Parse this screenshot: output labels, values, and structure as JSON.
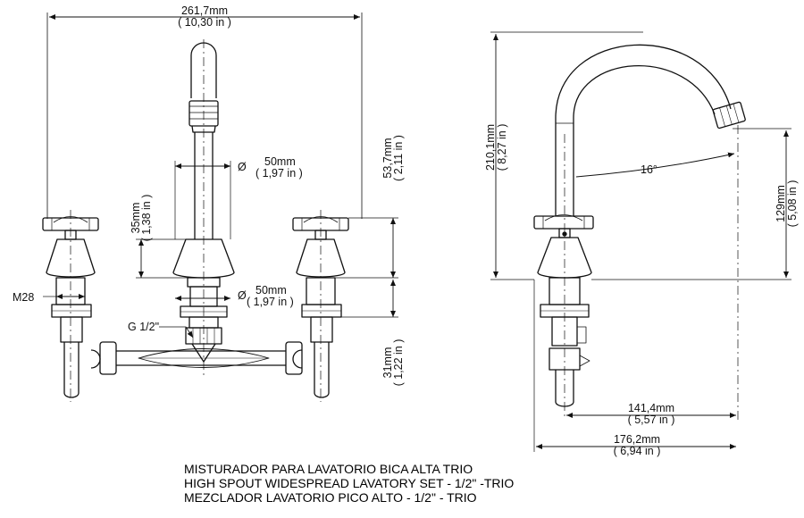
{
  "front_view": {
    "overall_width": {
      "mm": "261,7mm",
      "in": "( 10,30 in )"
    },
    "spout_diameter": {
      "symbol": "Ø",
      "mm": "50mm",
      "in": "( 1,97 in )"
    },
    "body_diameter": {
      "symbol": "Ø",
      "mm": "50mm",
      "in": "( 1,97 in )"
    },
    "body_height": {
      "mm": "35mm",
      "in": "( 1,38 in )"
    },
    "handle_height": {
      "mm": "53,7mm",
      "in": "( 2,11 in )"
    },
    "shank_length": {
      "mm": "31mm",
      "in": "( 1,22 in )"
    },
    "thread_label": "M28",
    "connection_label": "G 1/2\""
  },
  "side_view": {
    "total_height": {
      "mm": "210,1mm",
      "in": "( 8,27 in )"
    },
    "spout_height": {
      "mm": "129mm",
      "in": "( 5,08 in )"
    },
    "spout_angle": "16°",
    "spout_reach": {
      "mm": "141,4mm",
      "in": "( 5,57 in )"
    },
    "overall_depth": {
      "mm": "176,2mm",
      "in": "( 6,94 in )"
    }
  },
  "title": {
    "pt": "MISTURADOR PARA LAVATORIO BICA ALTA TRIO",
    "en": "HIGH SPOUT WIDESPREAD LAVATORY SET - 1/2\" -TRIO",
    "es": "MEZCLADOR LAVATORIO PICO ALTO - 1/2\" - TRIO"
  }
}
